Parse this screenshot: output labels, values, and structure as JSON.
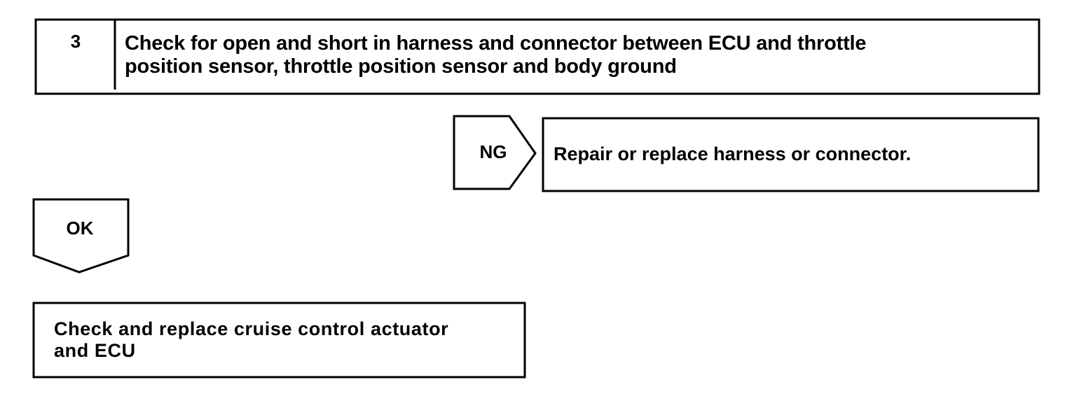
{
  "step": {
    "number": "3",
    "title_line1": "Check for open and short in harness and connector between ECU and throttle",
    "title_line2": "position sensor, throttle position sensor and body ground"
  },
  "ng_branch": {
    "label": "NG",
    "action": "Repair or replace harness or connector."
  },
  "ok_branch": {
    "label": "OK",
    "action_line1": "Check and replace cruise control actuator",
    "action_line2": "and ECU"
  },
  "colors": {
    "stroke": "#000000",
    "background": "#ffffff"
  }
}
